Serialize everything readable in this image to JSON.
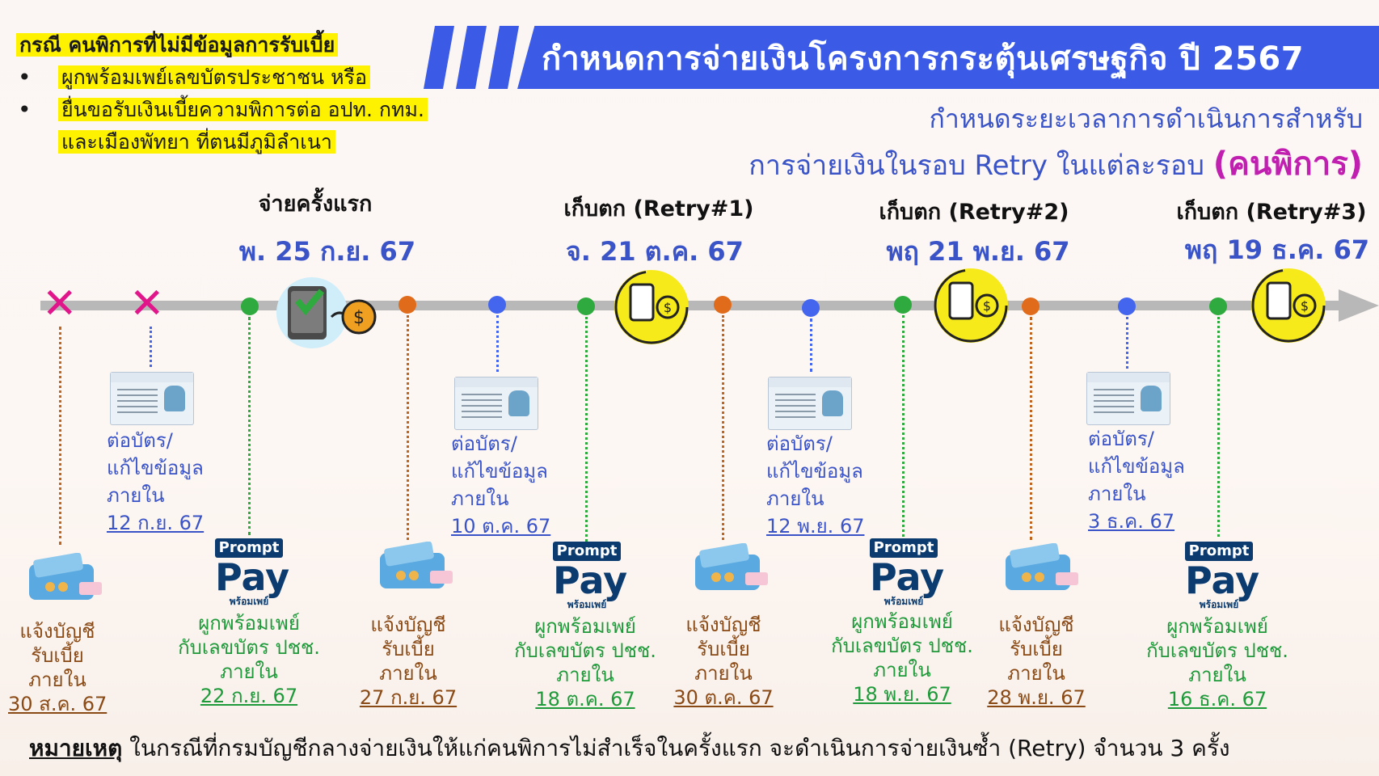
{
  "case_box": {
    "title": "กรณี คนพิการที่ไม่มีข้อมูลการรับเบี้ย",
    "bullet1": "ผูกพร้อมเพย์เลขบัตรประชาชน หรือ",
    "bullet2": "ยื่นขอรับเงินเบี้ยความพิการต่อ อปท. กทม.",
    "bullet2_cont": "และเมืองพัทยา ที่ตนมีภูมิลำเนา"
  },
  "header": {
    "title": "กำหนดการจ่ายเงินโครงการกระตุ้นเศรษฐกิจ ปี 2567",
    "subtitle_line1": "กำหนดระยะเวลาการดำเนินการสำหรับ",
    "subtitle_line2": "การจ่ายเงินในรอบ Retry ในแต่ละรอบ",
    "subtitle_highlight": "(คนพิการ)"
  },
  "rounds": [
    {
      "label": "จ่ายครั้งแรก",
      "date": "พ. 25 ก.ย. 67"
    },
    {
      "label": "เก็บตก (Retry#1)",
      "date": "จ. 21 ต.ค. 67"
    },
    {
      "label": "เก็บตก (Retry#2)",
      "date": "พฤ 21 พ.ย. 67"
    },
    {
      "label": "เก็บตก (Retry#3)",
      "date": "พฤ 19 ธ.ค. 67"
    }
  ],
  "card_steps": [
    {
      "line1": "ต่อบัตร/",
      "line2": "แก้ไขข้อมูล",
      "line3": "ภายใน",
      "date": "12 ก.ย. 67"
    },
    {
      "line1": "ต่อบัตร/",
      "line2": "แก้ไขข้อมูล",
      "line3": "ภายใน",
      "date": "10 ต.ค. 67"
    },
    {
      "line1": "ต่อบัตร/",
      "line2": "แก้ไขข้อมูล",
      "line3": "ภายใน",
      "date": "12 พ.ย. 67"
    },
    {
      "line1": "ต่อบัตร/",
      "line2": "แก้ไขข้อมูล",
      "line3": "ภายใน",
      "date": "3 ธ.ค. 67"
    }
  ],
  "account_steps": [
    {
      "line1": "แจ้งบัญชี",
      "line2": "รับเบี้ย",
      "line3": "ภายใน",
      "date": "30 ส.ค. 67"
    },
    {
      "line1": "แจ้งบัญชี",
      "line2": "รับเบี้ย",
      "line3": "ภายใน",
      "date": "27 ก.ย. 67"
    },
    {
      "line1": "แจ้งบัญชี",
      "line2": "รับเบี้ย",
      "line3": "ภายใน",
      "date": "30 ต.ค. 67"
    },
    {
      "line1": "แจ้งบัญชี",
      "line2": "รับเบี้ย",
      "line3": "ภายใน",
      "date": "28 พ.ย. 67"
    }
  ],
  "promptpay_steps": [
    {
      "line1": "ผูกพร้อมเพย์",
      "line2": "กับเลขบัตร ปชช.",
      "line3": "ภายใน",
      "date": "22 ก.ย. 67"
    },
    {
      "line1": "ผูกพร้อมเพย์",
      "line2": "กับเลขบัตร ปชช.",
      "line3": "ภายใน",
      "date": "18 ต.ค. 67"
    },
    {
      "line1": "ผูกพร้อมเพย์",
      "line2": "กับเลขบัตร ปชช.",
      "line3": "ภายใน",
      "date": "18 พ.ย. 67"
    },
    {
      "line1": "ผูกพร้อมเพย์",
      "line2": "กับเลขบัตร ปชช.",
      "line3": "ภายใน",
      "date": "16 ธ.ค. 67"
    }
  ],
  "promptpay_logo": {
    "top": "Prompt",
    "main": "Pay",
    "sub": "พร้อมเพย์"
  },
  "note": {
    "key": "หมายเหตุ",
    "text": "ในกรณีที่กรมบัญชีกลางจ่ายเงินให้แก่คนพิการไม่สำเร็จในครั้งแรก จะดำเนินการจ่ายเงินซ้ำ (Retry) จำนวน 3 ครั้ง"
  },
  "colors": {
    "banner": "#3b5be6",
    "accent_purple": "#c01fb0",
    "green": "#2eaa3e",
    "orange": "#e06b1a",
    "blue": "#4466ee",
    "yellow": "#f7ea1a"
  }
}
